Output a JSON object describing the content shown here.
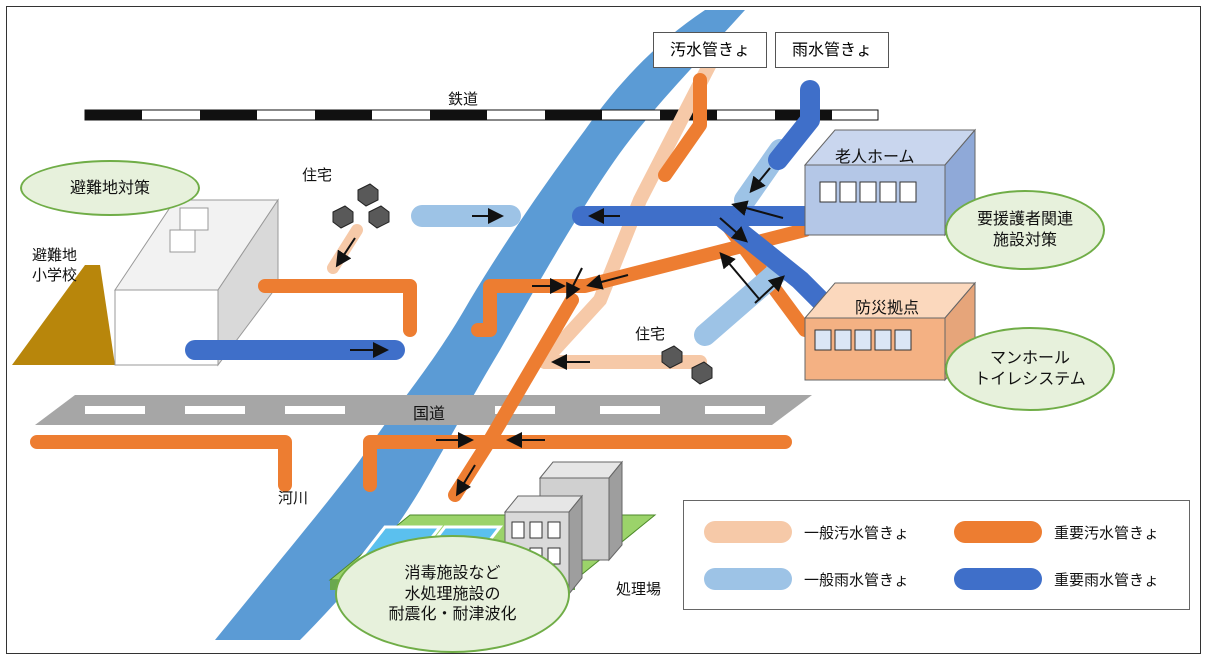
{
  "labels": {
    "railway": "鉄道",
    "road": "国道",
    "river": "河川",
    "house1": "住宅",
    "house2": "住宅",
    "school": "避難地\n小学校",
    "treatment_plant": "処理場",
    "elderly_home": "老人ホーム",
    "disaster_base": "防災拠点"
  },
  "pipe_tags": {
    "sewage": "汚水管きょ",
    "rain": "雨水管きょ"
  },
  "callouts": {
    "evacuation": "避難地対策",
    "care_facility": "要援護者関連\n施設対策",
    "manhole_toilet": "マンホール\nトイレシステム",
    "treatment": "消毒施設など\n水処理施設の\n耐震化・耐津波化"
  },
  "legend": {
    "general_sewage": "一般汚水管きょ",
    "important_sewage": "重要汚水管きょ",
    "general_rain": "一般雨水管きょ",
    "important_rain": "重要雨水管きょ"
  },
  "colors": {
    "general_sewage": "#f6c9a8",
    "important_sewage": "#ed7d31",
    "general_rain": "#9dc3e6",
    "important_rain": "#3f6fc9",
    "river": "#5b9bd5",
    "road": "#a6a6a6",
    "callout_border": "#70ad47",
    "callout_fill": "#e7f1dc"
  }
}
